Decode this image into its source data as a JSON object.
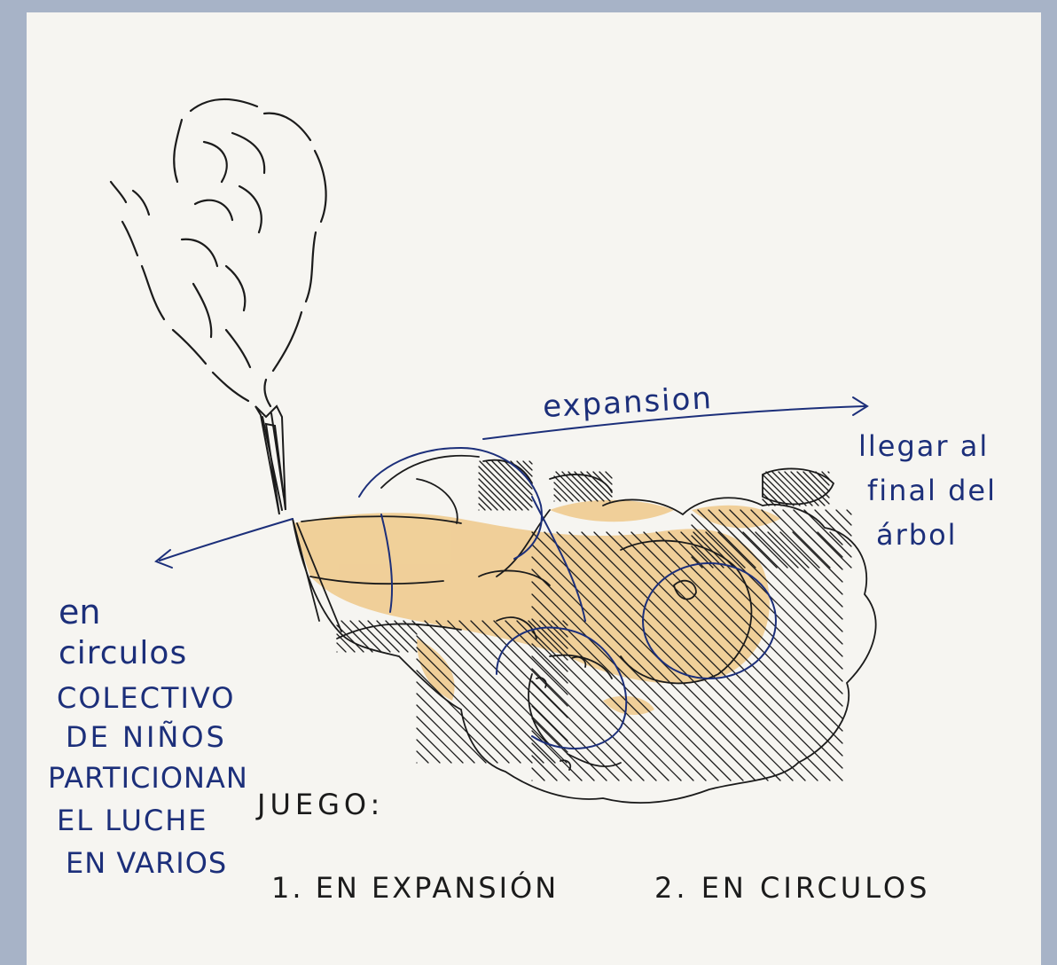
{
  "colors": {
    "frame": "#a7b3c7",
    "paper": "#f6f5f1",
    "ink_black": "#1b1b1b",
    "ink_blue": "#1c2f7a",
    "pencil_ochre": "#efc98a"
  },
  "annotations": {
    "expansion": "expansion",
    "goal_line1": "llegar al",
    "goal_line2": "final del",
    "goal_line3": "árbol",
    "circles_line1": "en",
    "circles_line2": "circulos",
    "collective_line1": "COLECTIVO",
    "collective_line2": "DE NIÑOS",
    "collective_line3": "PARTICIONAN",
    "collective_line4": "EL LUCHE",
    "collective_line5": "EN VARIOS"
  },
  "game": {
    "heading": "JUEGO:",
    "option1": "1. EN EXPANSIÓN",
    "option2": "2. EN CIRCULOS"
  }
}
